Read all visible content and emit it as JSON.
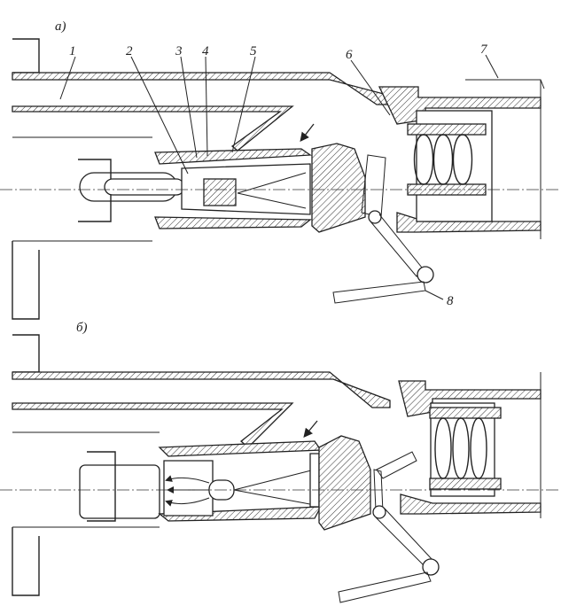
{
  "figure": {
    "views": [
      {
        "id": "a",
        "label": "а)"
      },
      {
        "id": "b",
        "label": "б)"
      }
    ],
    "part_numbers": [
      "1",
      "2",
      "3",
      "4",
      "5",
      "6",
      "7",
      "8"
    ]
  }
}
